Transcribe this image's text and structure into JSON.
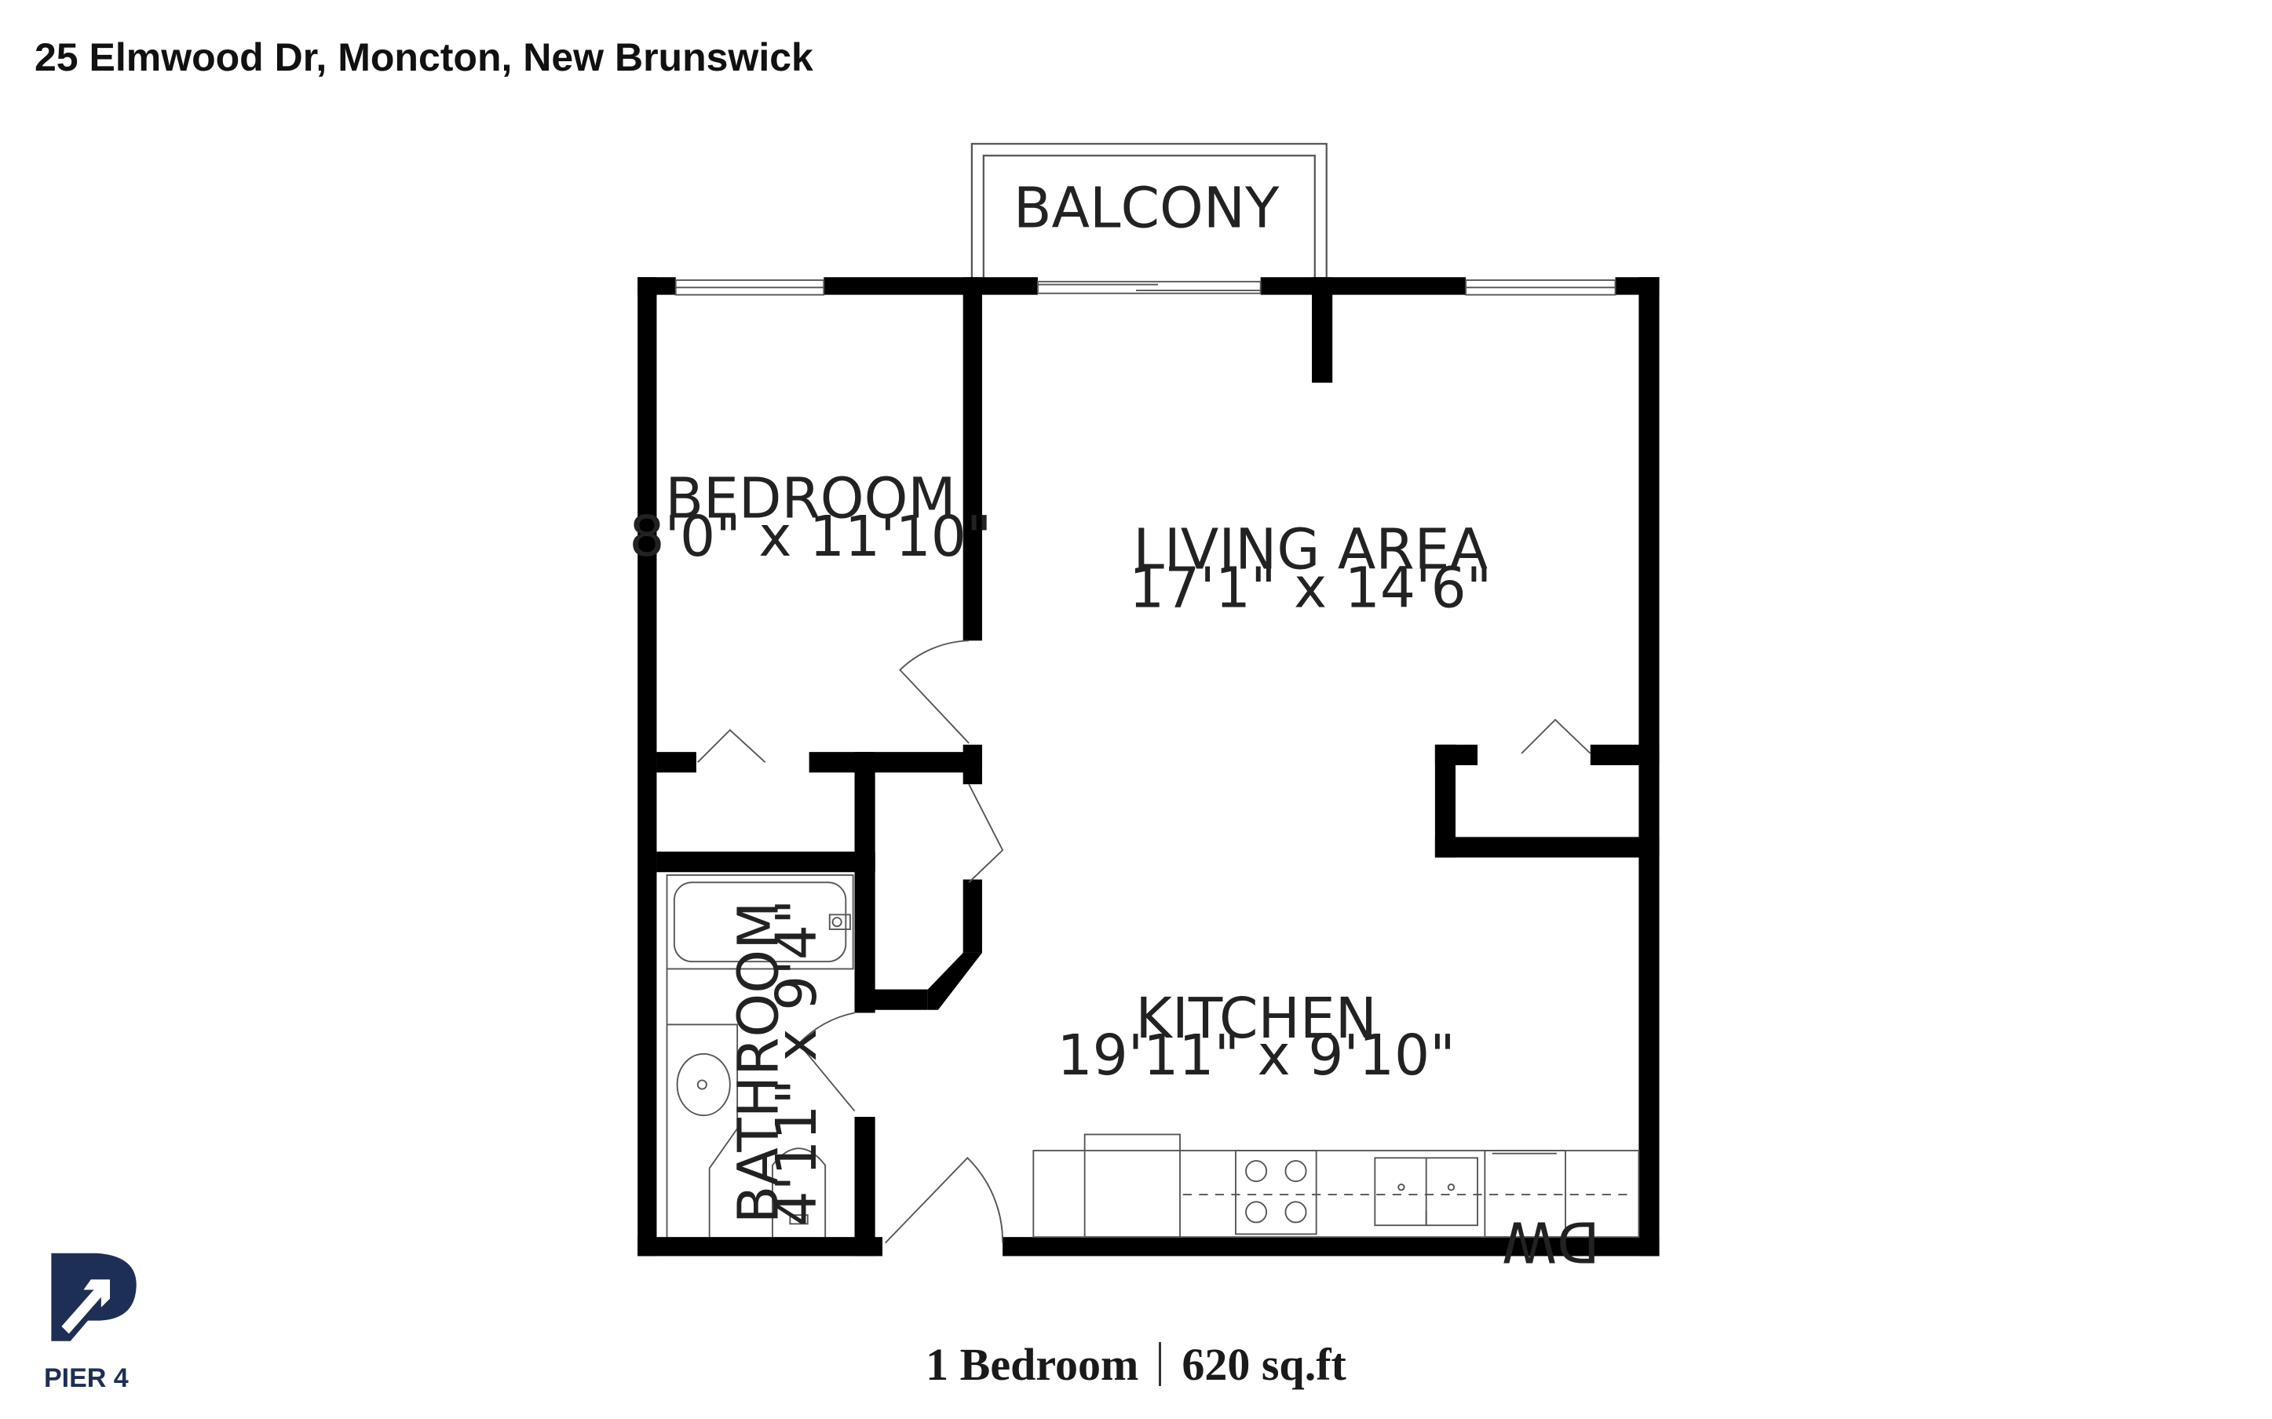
{
  "header": {
    "address": "25 Elmwood Dr, Moncton, New Brunswick"
  },
  "rooms": {
    "balcony": {
      "name": "BALCONY"
    },
    "bedroom": {
      "name": "BEDROOM",
      "size": "8'0\" x 11'10\""
    },
    "living": {
      "name": "LIVING AREA",
      "size": "17'1\" x 14'6\""
    },
    "kitchen": {
      "name": "KITCHEN",
      "size": "19'11\" x 9'10\""
    },
    "bathroom": {
      "name": "BATHROOM",
      "size": "4'11\" x 9'4\""
    }
  },
  "fixtures": {
    "dishwasher_label": "DW"
  },
  "summary": {
    "bedrooms": "1 Bedroom",
    "area": "620 sq.ft"
  },
  "brand": {
    "name": "PIER 4",
    "icon": "pier4-logo-icon",
    "color": "#1e2f55"
  },
  "colors": {
    "wall": "#000000",
    "fixture_line": "#555555"
  }
}
